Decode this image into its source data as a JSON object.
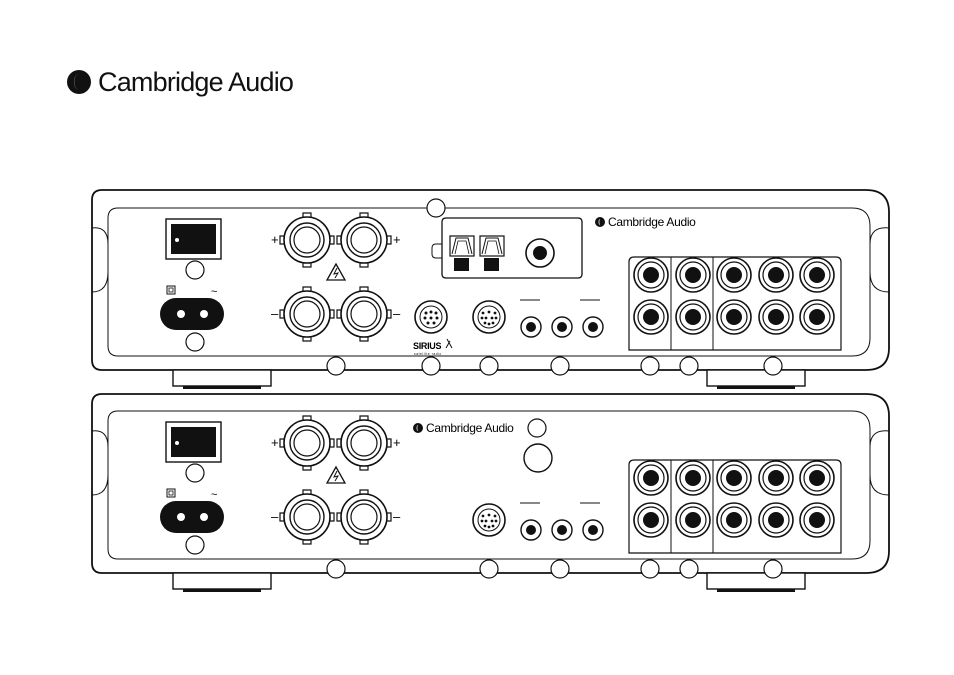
{
  "brand": {
    "logo_text": "Cambridge Audio",
    "panel_logo_text": "Cambridge Audio"
  },
  "terminals": {
    "plus": "+",
    "minus": "–"
  },
  "sirius": {
    "logo_text": "SIRIUS",
    "tagline": "satellite radio"
  },
  "power": {
    "ac_symbol": "~"
  },
  "colors": {
    "line": "#111111",
    "background": "#ffffff"
  }
}
